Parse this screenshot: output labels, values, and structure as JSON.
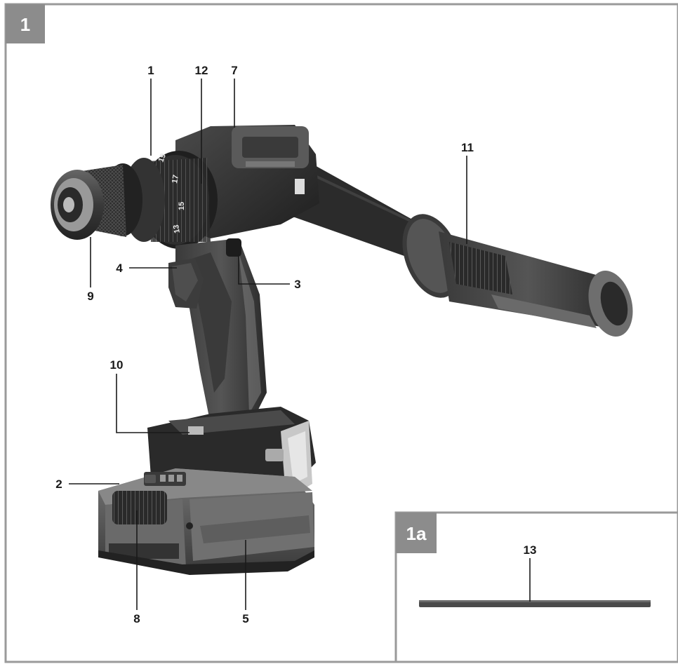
{
  "panels": [
    {
      "id": "main",
      "label": "1"
    },
    {
      "id": "inset",
      "label": "1a"
    }
  ],
  "callouts": [
    {
      "id": "c1",
      "label": "1"
    },
    {
      "id": "c12",
      "label": "12"
    },
    {
      "id": "c7",
      "label": "7"
    },
    {
      "id": "c11",
      "label": "11"
    },
    {
      "id": "c4",
      "label": "4"
    },
    {
      "id": "c3",
      "label": "3"
    },
    {
      "id": "c9",
      "label": "9"
    },
    {
      "id": "c10",
      "label": "10"
    },
    {
      "id": "c2",
      "label": "2"
    },
    {
      "id": "c8",
      "label": "8"
    },
    {
      "id": "c5",
      "label": "5"
    },
    {
      "id": "c13",
      "label": "13"
    }
  ],
  "torque_dial": {
    "marks": [
      "19",
      "17",
      "15",
      "13"
    ]
  },
  "colors": {
    "frame": "#9a9a9a",
    "tab": "#8c8c8c",
    "tool_body_dark": "#2b2b2b",
    "tool_body_mid": "#555555",
    "tool_accent_grey": "#8a8a8a",
    "bit_holder": "#4a4a4a"
  }
}
